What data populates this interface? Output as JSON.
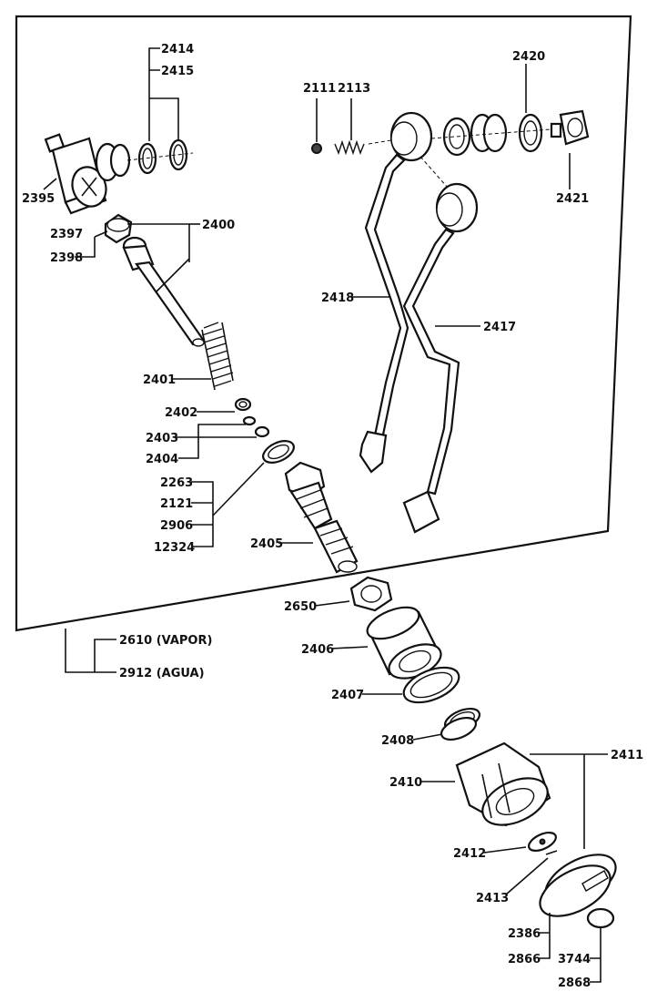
{
  "labels": {
    "p2414": "2414",
    "p2415": "2415",
    "p2395": "2395",
    "p2111": "2111",
    "p2113": "2113",
    "p2420": "2420",
    "p2421": "2421",
    "p2397": "2397",
    "p2398": "2398",
    "p2400": "2400",
    "p2418": "2418",
    "p2417": "2417",
    "p2401": "2401",
    "p2402": "2402",
    "p2403": "2403",
    "p2404": "2404",
    "p2263": "2263",
    "p2121": "2121",
    "p2906": "2906",
    "p12324": "12324",
    "p2405": "2405",
    "p2650": "2650",
    "p2610": "2610 (VAPOR)",
    "p2912": "2912 (AGUA)",
    "p2406": "2406",
    "p2407": "2407",
    "p2408": "2408",
    "p2410": "2410",
    "p2411": "2411",
    "p2412": "2412",
    "p2413": "2413",
    "p2386": "2386",
    "p2866": "2866",
    "p3744": "3744",
    "p2868": "2868"
  }
}
